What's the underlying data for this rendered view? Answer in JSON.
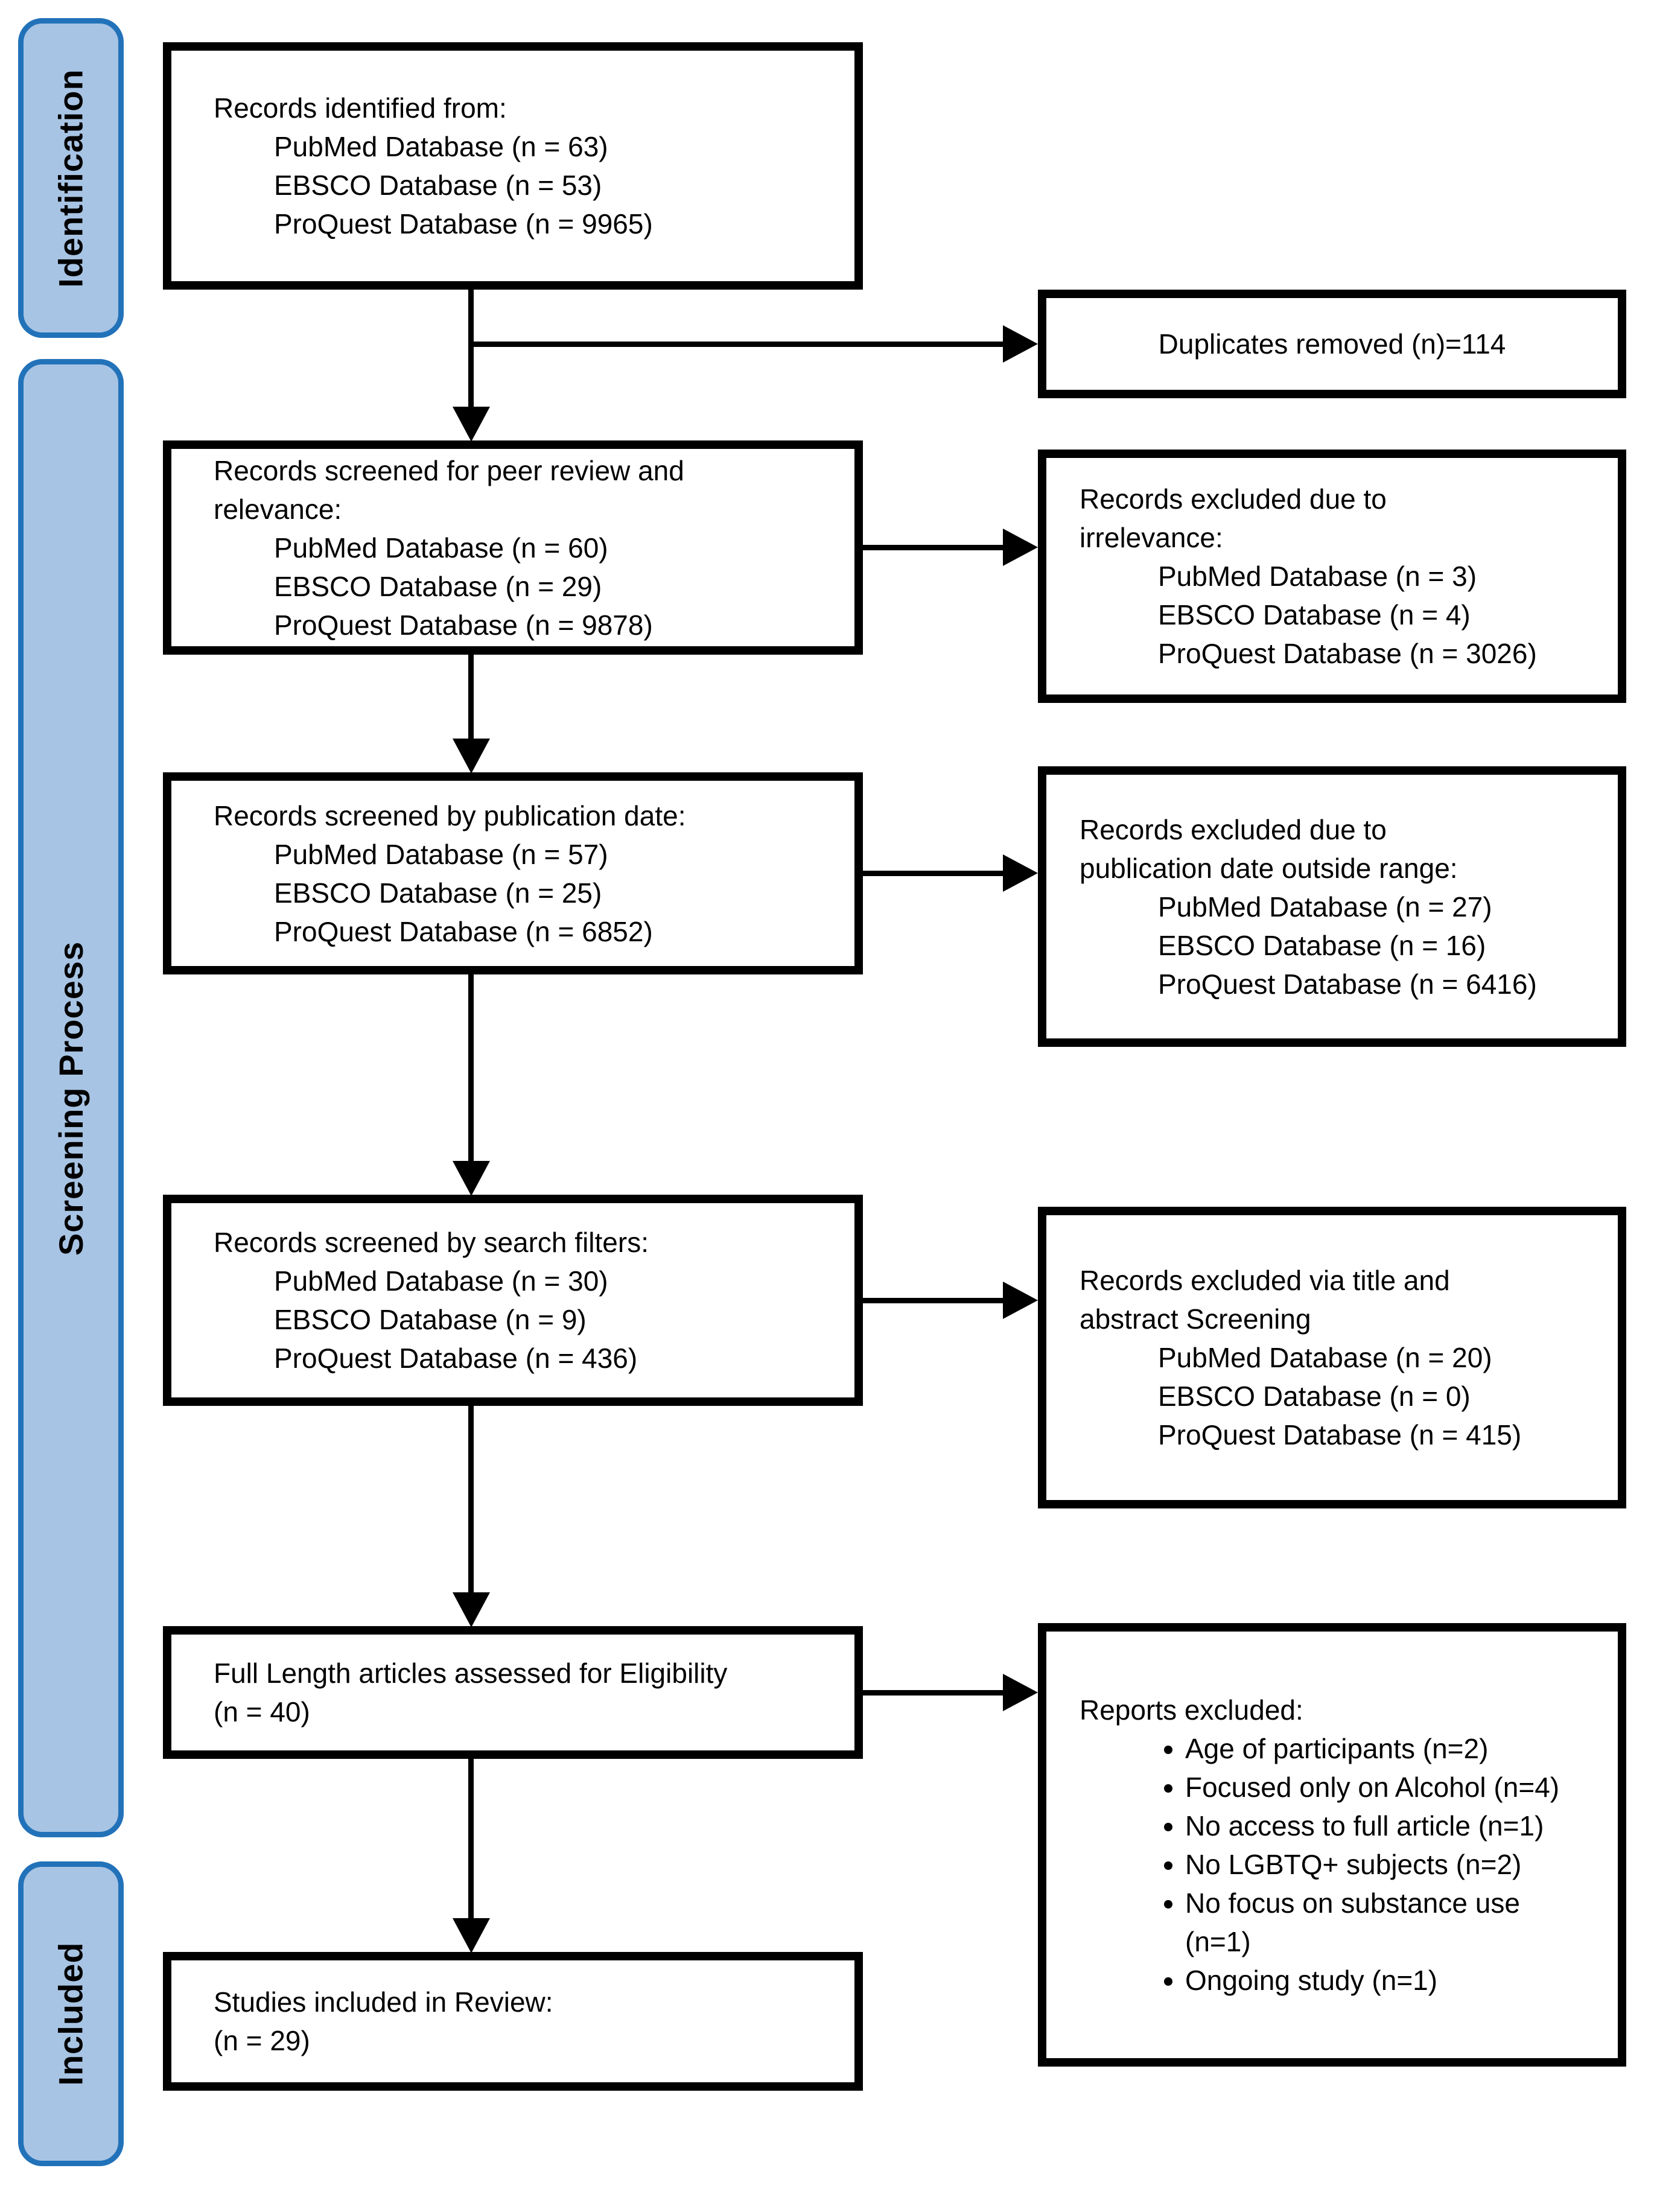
{
  "colors": {
    "stage_fill": "#a8c4e4",
    "stage_border": "#2272b9",
    "box_border": "#000000",
    "arrow": "#000000",
    "text": "#000000",
    "background": "#ffffff"
  },
  "stages": [
    {
      "label": "Identification"
    },
    {
      "label": "Screening Process"
    },
    {
      "label": "Included"
    }
  ],
  "boxes": {
    "identified": {
      "title": "Records identified from:",
      "items": [
        "PubMed Database (n = 63)",
        "EBSCO Database (n = 53)",
        "ProQuest Database (n = 9965)"
      ]
    },
    "duplicates": {
      "text": "Duplicates removed (n)=114"
    },
    "peer_review": {
      "title_lines": [
        "Records screened for peer review and",
        "relevance:"
      ],
      "items": [
        "PubMed Database (n = 60)",
        "EBSCO Database (n = 29)",
        "ProQuest Database (n = 9878)"
      ]
    },
    "excluded_irrelevance": {
      "title_lines": [
        "Records excluded due to",
        "irrelevance:"
      ],
      "items": [
        "PubMed Database (n = 3)",
        "EBSCO Database (n = 4)",
        "ProQuest Database (n = 3026)"
      ]
    },
    "pub_date": {
      "title": "Records screened by publication date:",
      "items": [
        "PubMed Database (n = 57)",
        "EBSCO Database (n = 25)",
        "ProQuest Database (n = 6852)"
      ]
    },
    "excluded_pub_date": {
      "title_lines": [
        "Records excluded due to",
        "publication date outside range:"
      ],
      "items": [
        "PubMed Database (n = 27)",
        "EBSCO Database (n = 16)",
        "ProQuest Database (n = 6416)"
      ]
    },
    "search_filters": {
      "title": "Records screened by search filters:",
      "items": [
        "PubMed Database (n = 30)",
        "EBSCO Database (n = 9)",
        "ProQuest Database (n = 436)"
      ]
    },
    "excluded_title_abstract": {
      "title_lines": [
        "Records excluded via title and",
        "abstract Screening"
      ],
      "items": [
        "PubMed Database (n = 20)",
        "EBSCO Database (n = 0)",
        "ProQuest Database (n = 415)"
      ]
    },
    "full_length": {
      "title_lines": [
        "Full Length articles assessed for Eligibility",
        "(n = 40)"
      ]
    },
    "reports_excluded": {
      "title": "Reports excluded:",
      "bullets": [
        "Age of participants (n=2)",
        "Focused only on Alcohol (n=4)",
        "No access to full article (n=1)",
        "No LGBTQ+ subjects (n=2)",
        "No focus on substance use\n(n=1)",
        "Ongoing study (n=1)"
      ]
    },
    "included_studies": {
      "title_lines": [
        "Studies included in Review:",
        "(n = 29)"
      ]
    }
  }
}
